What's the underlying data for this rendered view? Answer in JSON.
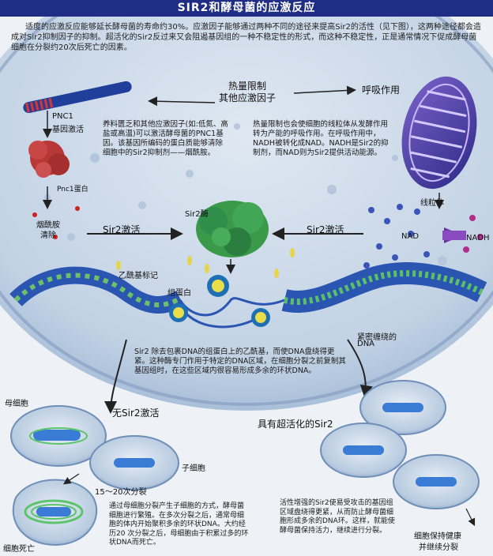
{
  "title": "SIR2和酵母菌的应激反应",
  "intro": "适度的应激反应能够延长酵母菌的寿命约30%。应激因子能够通过两种不同的途径来提高Sir2的活性（见下图），这两种途径都会造成对Sir2抑制因子的抑制。超活化的Sir2反过来又会阻遏基因组的一种不稳定性的形式，而这种不稳定性，正是通常情况下促成酵母菌细胞在分裂约20次后死亡的因素。",
  "stressors": [
    "热量限制",
    "其他应激因子"
  ],
  "respiration": "呼吸作用",
  "pnc1_gene": [
    "PNC1",
    "基因激活"
  ],
  "pnc1_text": "养料匮乏和其他应激因子(如:低氮、高盐或高温)可以激活酵母菌的PNC1基因。该基因所编码的蛋白质能够清除细胞中的Sir2抑制剂——烟酰胺。",
  "mito_text": "热量限制也会使细胞的线粒体从发酵作用转为产能的呼吸作用。在呼吸作用中，NADH被转化成NAD。NADH是Sir2的抑制剂，而NAD则为Sir2提供活动能源。",
  "pnc1_protein": "Pnc1蛋白",
  "mitochondria": "线粒体",
  "nicotinamide_clear": [
    "烟酰胺",
    "清除"
  ],
  "sir2_enzyme": "Sir2酶",
  "sir2_activation_left": "Sir2激活",
  "sir2_activation_right": "Sir2激活",
  "nad": "NAD",
  "nadh": "NADH",
  "acetyl_mark": "乙酰基标记",
  "histone": "组蛋白",
  "dense_dna": [
    "紧密缠绕的",
    "DNA"
  ],
  "sir2_text": "Sir2 除去包裹DNA的组蛋白上的乙酰基，而使DNA盘绕得更紧。这种酶专门作用于特定的DNA区域，在细胞分裂之前复制其基因组时，在这些区域内很容易形成多余的环状DNA。",
  "mother_cell": "母细胞",
  "no_sir2": "无Sir2激活",
  "daughter_cell": "子细胞",
  "divisions": "15～20次分裂",
  "cell_death": "细胞死亡",
  "left_bottom_text": "通过母细胞分裂产生子细胞的方式，酵母菌细胞进行繁殖。在多次分裂之后，通常母细胞的体内开始聚积多余的环状DNA。大约经历20 次分裂之后，母细胞由于积累过多的环状DNA而死亡。",
  "super_sir2": "具有超活化的Sir2",
  "right_bottom_text": "活性增强的Sir2使易受攻击的基因组区域盘绕得更紧，从而防止酵母菌细胞形成多余的DNA环。这样，就能使酵母菌保持活力，继续进行分裂。",
  "healthy": [
    "细胞保持健康",
    "并继续分裂"
  ],
  "colors": {
    "title_bg": "#1f2e84",
    "cell": "#9fb6d3",
    "dna": "#3a7bd5",
    "histone": "#1f6fb5",
    "sir2": "#2f8f4a",
    "ring": "#5cc46a",
    "nad": "#3a55b8",
    "nadh": "#b12f8a"
  }
}
